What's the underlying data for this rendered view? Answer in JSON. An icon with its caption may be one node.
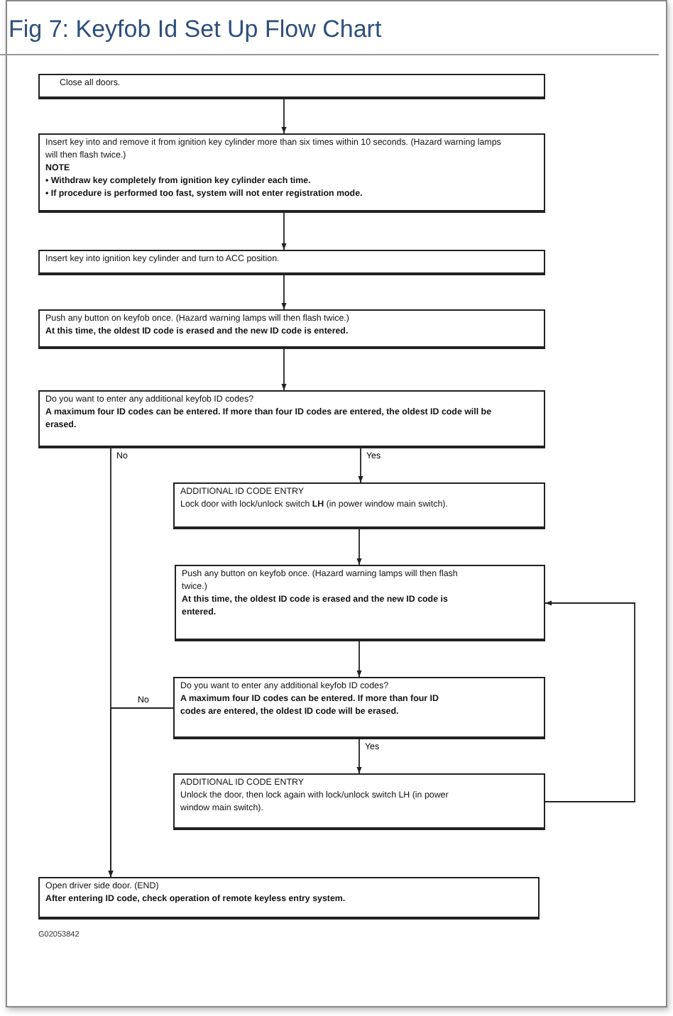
{
  "diagram": {
    "title": "Fig 7: Keyfob Id Set Up Flow Chart",
    "nodes": [
      {
        "text": [
          "Close all doors."
        ]
      },
      {
        "text": [
          "Insert key into and remove it from ignition key cylinder more than six times within 10 seconds. (Hazard warning lamps will then flash twice.)",
          "NOTE",
          "• Withdraw key completely from ignition key cylinder each time.",
          "• If procedure is performed too fast, system will not enter registration mode."
        ]
      },
      {
        "text": [
          "Insert key into ignition key cylinder and turn to ACC position."
        ]
      },
      {
        "text": [
          "Push any button on keyfob once. (Hazard warning lamps will then flash twice.)",
          "At this time, the oldest ID code is erased and the new ID code is entered."
        ]
      },
      {
        "text": [
          "Do you want to enter any additional keyfob ID codes?",
          "A maximum four ID codes can be entered. If more than four ID codes are entered, the oldest ID code will be erased."
        ]
      },
      {
        "text": [
          "ADDITIONAL ID CODE ENTRY",
          "Lock door with lock/unlock switch **LH** (in power window main switch)."
        ]
      },
      {
        "text": [
          "Push any button on keyfob once. (Hazard warning lamps will then flash twice.)",
          "At this time, the oldest ID code is erased and the new ID code is entered."
        ]
      },
      {
        "text": [
          "Do you want to enter any additional keyfob ID codes?",
          "A maximum four ID codes can be entered. If more than four ID codes are entered, the oldest ID code will be erased."
        ]
      },
      {
        "text": [
          "ADDITIONAL ID CODE ENTRY",
          "Unlock the door, then lock again with lock/unlock switch LH (in power window main switch)."
        ]
      },
      {
        "text": [
          "Open driver side door. (END)",
          "After entering ID code, check operation of remote keyless entry system."
        ]
      }
    ],
    "edges": [
      {
        "from": 0,
        "to": 1,
        "arrow": "to"
      },
      {
        "from": 1,
        "to": 2,
        "arrow": "to"
      },
      {
        "from": 2,
        "to": 3,
        "arrow": "to"
      },
      {
        "from": 3,
        "to": 4,
        "arrow": "to"
      },
      {
        "from": 4,
        "to": 5,
        "arrow": "to",
        "label": "Yes"
      },
      {
        "from": 4,
        "to": 9,
        "arrow": "to",
        "label": "No"
      },
      {
        "from": 5,
        "to": 6,
        "arrow": "to"
      },
      {
        "from": 6,
        "to": 7,
        "arrow": "to"
      },
      {
        "from": 7,
        "to": 9,
        "arrow": "to",
        "label": "No"
      },
      {
        "from": 7,
        "to": 8,
        "arrow": "to",
        "label": "Yes"
      },
      {
        "from": 8,
        "to": 6,
        "arrow": "to"
      }
    ],
    "labels": [
      "G02053842"
    ]
  }
}
